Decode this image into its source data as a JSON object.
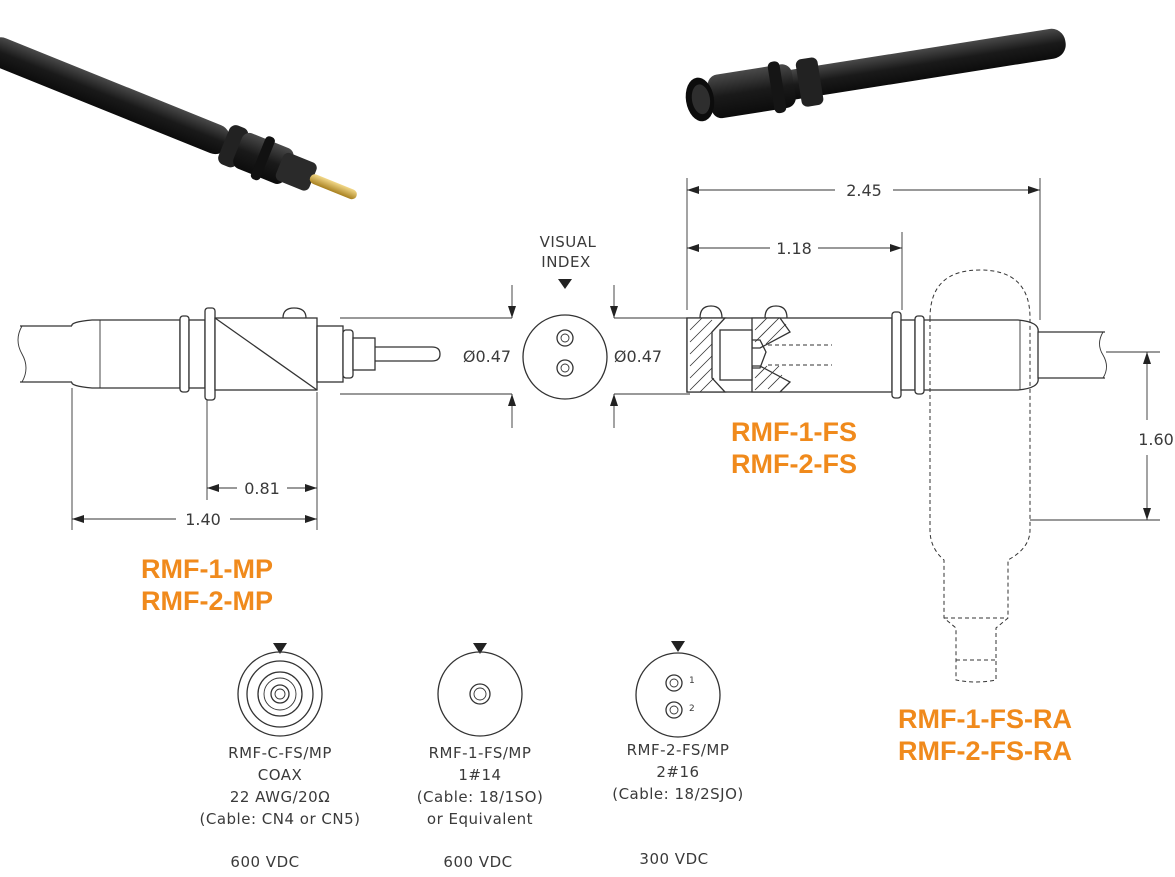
{
  "callouts": {
    "visual_index_line1": "VISUAL",
    "visual_index_line2": "INDEX"
  },
  "dimensions": {
    "dia_left": "Ø0.47",
    "dia_right": "Ø0.47",
    "fs_overall": "2.45",
    "fs_partial": "1.18",
    "mp_short": "0.81",
    "mp_overall": "1.40",
    "ra_height": "1.60"
  },
  "part_numbers": {
    "mp": [
      "RMF-1-MP",
      "RMF-2-MP"
    ],
    "fs": [
      "RMF-1-FS",
      "RMF-2-FS"
    ],
    "fs_ra": [
      "RMF-1-FS-RA",
      "RMF-2-FS-RA"
    ]
  },
  "face_views": [
    {
      "lines": [
        "RMF-C-FS/MP",
        "COAX",
        "22 AWG/20Ω",
        "(Cable: CN4 or CN5)"
      ],
      "voltage": "600 VDC"
    },
    {
      "lines": [
        "RMF-1-FS/MP",
        "1#14",
        "(Cable: 18/1SO)",
        "or Equivalent"
      ],
      "voltage": "600 VDC"
    },
    {
      "lines": [
        "RMF-2-FS/MP",
        "2#16",
        "(Cable: 18/2SJO)"
      ],
      "voltage": "300 VDC",
      "pin_labels": [
        "1",
        "2"
      ]
    }
  ],
  "colors": {
    "part_number": "#f08a1c",
    "line": "#333333",
    "cable": "#1e1e1e",
    "pin": "#c9a23a"
  }
}
